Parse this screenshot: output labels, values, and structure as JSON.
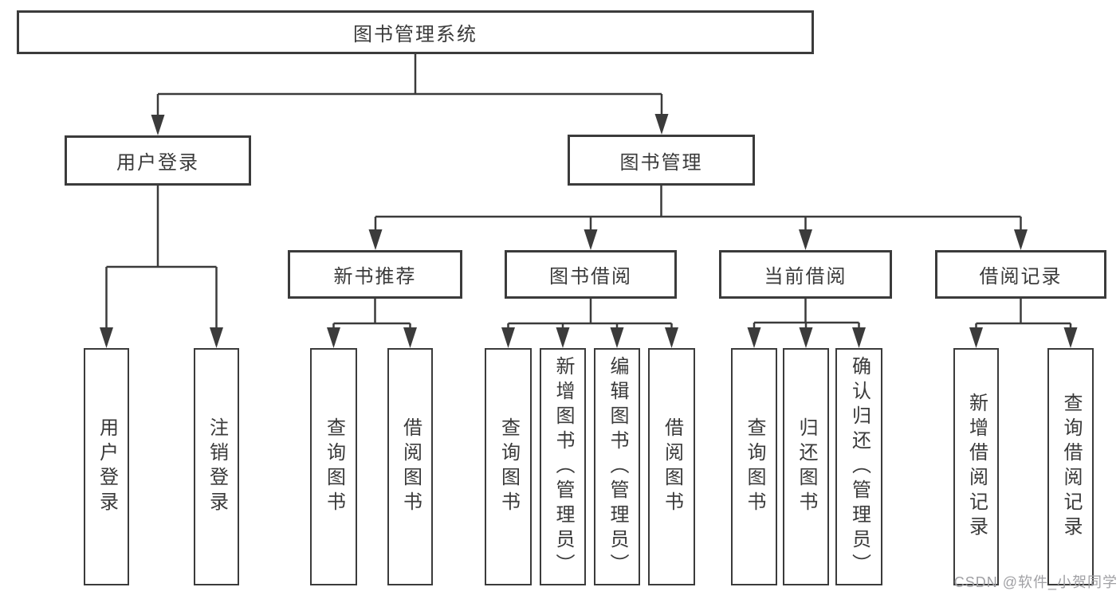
{
  "diagram_title": "图书管理系统",
  "nodes": {
    "root": {
      "label": "图书管理系统"
    },
    "user_login": {
      "label": "用户登录"
    },
    "book_mgmt": {
      "label": "图书管理"
    },
    "new_book": {
      "label": "新书推荐"
    },
    "book_borrow": {
      "label": "图书借阅"
    },
    "current_borrow": {
      "label": "当前借阅"
    },
    "borrow_record": {
      "label": "借阅记录"
    },
    "leaf_user_login": {
      "label": "用户登录"
    },
    "leaf_logout": {
      "label": "注销登录"
    },
    "leaf_nb_query": {
      "label": "查询图书"
    },
    "leaf_nb_borrow": {
      "label": "借阅图书"
    },
    "leaf_bw_query": {
      "label": "查询图书"
    },
    "leaf_bw_add": {
      "label": "新增图书（管理员）"
    },
    "leaf_bw_edit": {
      "label": "编辑图书（管理员）"
    },
    "leaf_bw_borrow": {
      "label": "借阅图书"
    },
    "leaf_cu_query": {
      "label": "查询图书"
    },
    "leaf_cu_return": {
      "label": "归还图书"
    },
    "leaf_cu_confirm": {
      "label": "确认归还（管理员）"
    },
    "leaf_rc_add": {
      "label": "新增借阅记录"
    },
    "leaf_rc_query": {
      "label": "查询借阅记录"
    }
  },
  "hierarchy": {
    "图书管理系统": {
      "用户登录": [
        "用户登录",
        "注销登录"
      ],
      "图书管理": {
        "新书推荐": [
          "查询图书",
          "借阅图书"
        ],
        "图书借阅": [
          "查询图书",
          "新增图书（管理员）",
          "编辑图书（管理员）",
          "借阅图书"
        ],
        "当前借阅": [
          "查询图书",
          "归还图书",
          "确认归还（管理员）"
        ],
        "借阅记录": [
          "新增借阅记录",
          "查询借阅记录"
        ]
      }
    }
  },
  "watermark": {
    "text": "CSDN @软件_小贺同学"
  },
  "colors": {
    "line": "#3b3b3b",
    "text": "#3a3a3a",
    "background": "#ffffff",
    "watermark": "#a0a0a4"
  }
}
